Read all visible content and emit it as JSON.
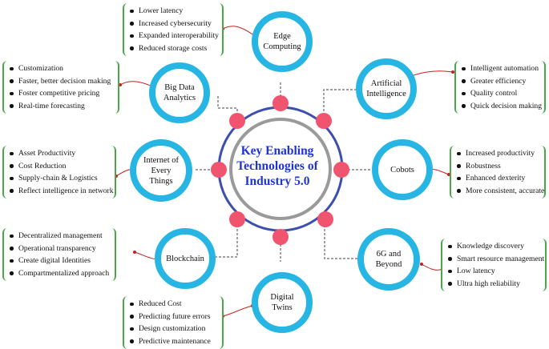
{
  "center": {
    "lines": [
      "Key Enabling",
      "Technologies of",
      "Industry 5.0"
    ]
  },
  "colors": {
    "ring": "#27b6e4",
    "node_fill": "#f0546e",
    "center_outer": "#3c4fae",
    "center_inner": "#9a9a9a",
    "bracket": "#4aa64a",
    "curve": "#c42020",
    "dashed": "#666666",
    "center_text": "#1f34d6"
  },
  "technologies": [
    {
      "name": "edge",
      "label": "Edge\nComputing",
      "bullets": [
        "Lower latency",
        "Increased cybersecurity",
        "Expanded interoperability",
        "Reduced storage costs"
      ]
    },
    {
      "name": "big-data",
      "label": "Big Data\nAnalytics",
      "bullets": [
        "Customization",
        "Faster, better decision making",
        "Foster competitive pricing",
        "Real-time forecasting"
      ]
    },
    {
      "name": "ai",
      "label": "Artificial\nIntelligence",
      "bullets": [
        "Intelligent automation",
        "Greater efficiency",
        "Quality control",
        "Quick decision making"
      ]
    },
    {
      "name": "iot",
      "label": "Internet of\nEvery\nThings",
      "bullets": [
        "Asset Productivity",
        "Cost Reduction",
        "Supply-chain & Logistics",
        "Reflect intelligence in network"
      ]
    },
    {
      "name": "cobots",
      "label": "Cobots",
      "bullets": [
        "Increased productivity",
        "Robustness",
        "Enhanced dexterity",
        "More consistent, accurate"
      ]
    },
    {
      "name": "blockchain",
      "label": "Blockchain",
      "bullets": [
        "Decentralized  management",
        "Operational  transparency",
        "Create digital Identities",
        "Compartmentalized approach"
      ]
    },
    {
      "name": "6g",
      "label": "6G and\nBeyond",
      "bullets": [
        "Knowledge discovery",
        "Smart resource management",
        "Low latency",
        "Ultra high reliability"
      ]
    },
    {
      "name": "twins",
      "label": "Digital\nTwins",
      "bullets": [
        "Reduced Cost",
        "Predicting  future errors",
        "Design customization",
        "Predictive maintenance"
      ]
    }
  ]
}
